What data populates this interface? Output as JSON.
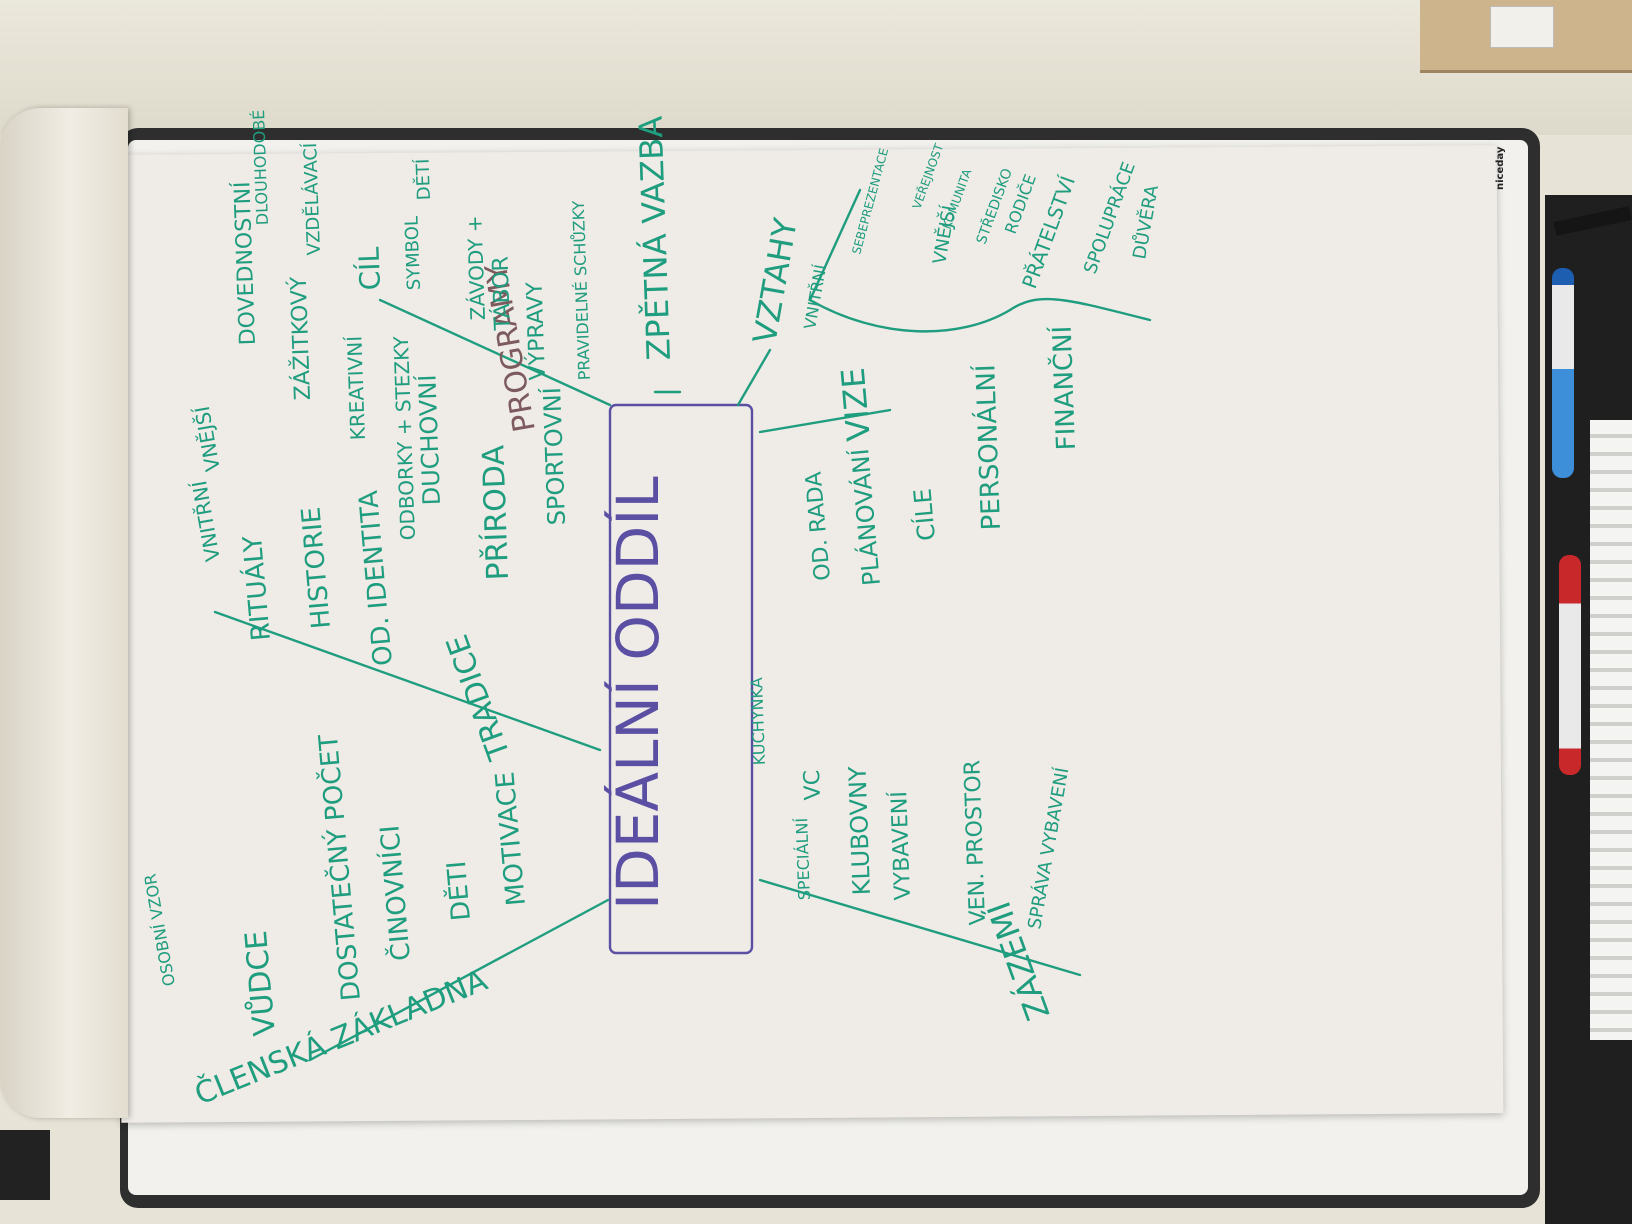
{
  "brand": "niceday",
  "center": "IDEÁLNÍ ODDÍL",
  "program_label": "PROGRAMY",
  "branches": {
    "clenska": {
      "label": "ČLENSKÁ ZÁKLADNA",
      "items": [
        "VŮDCE",
        "OSOBNÍ VZOR",
        "DOSTATEČNÝ POČET",
        "ČINOVNÍCI",
        "DĚTI",
        "MOTIVACE"
      ]
    },
    "tradice": {
      "label": "TRADICE",
      "items": [
        "RITUÁLY",
        "VNITŘNÍ",
        "VNĚJŠÍ",
        "HISTORIE",
        "OD. IDENTITA"
      ]
    },
    "program": {
      "items": [
        "DUCHOVNÍ",
        "PŘÍRODA",
        "SPORTOVNÍ",
        "ODBORKY + STEZKY",
        "KREATIVNÍ",
        "ZÁŽITKOVÝ",
        "VZDĚLÁVACÍ",
        "DOVEDNOSTNÍ",
        "DLOUHODOBÉ",
        "PRAVIDELNÉ SCHŮZKY",
        "VÝPRAVY",
        "TÁBOR",
        "ZÁVODY +",
        "SYMBOL",
        "DĚTÍ",
        "CÍL"
      ]
    },
    "zpetna": {
      "label": "ZPĚTNÁ VAZBA"
    },
    "vztahy": {
      "label": "VZTAHY",
      "items": [
        "VNITŘNÍ",
        "SEBEPREZENTACE",
        "VNĚJŠÍ",
        "VEŘEJNOST",
        "KOMUNITA",
        "STŘEDISKO",
        "RODIČE",
        "PŘÁTELSTVÍ",
        "SPOLUPRÁCE",
        "DŮVĚRA"
      ]
    },
    "vize": {
      "label": "VIZE",
      "items": [
        "OD. RADA",
        "PLÁNOVÁNÍ",
        "CÍLE",
        "PERSONÁLNÍ",
        "FINANČNÍ"
      ]
    },
    "zazemi": {
      "label": "ZÁZEMÍ",
      "items": [
        "KLUBOVNY",
        "VC",
        "KUCHYNKA",
        "SPECIÁLNÍ",
        "VYBAVENÍ",
        "VEN. PROSTOR",
        "SPRÁVA VYBAVENÍ"
      ]
    }
  }
}
